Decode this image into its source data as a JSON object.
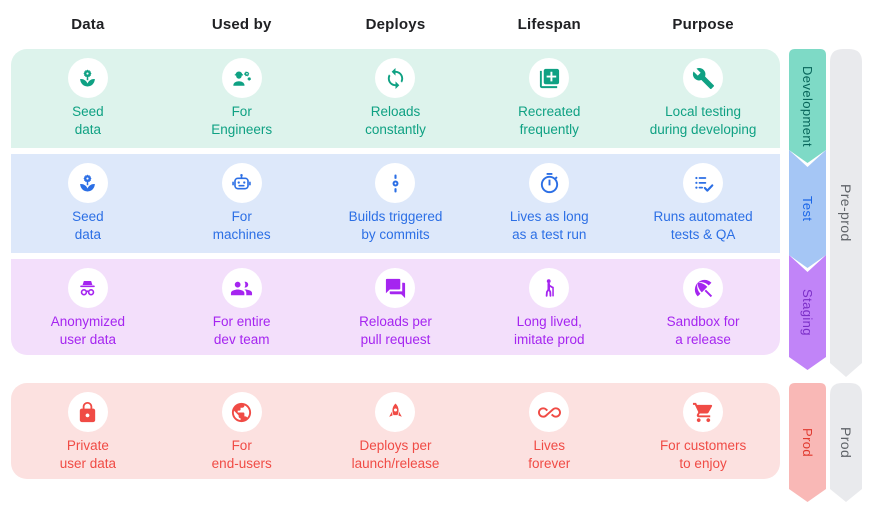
{
  "columns": [
    "Data",
    "Used by",
    "Deploys",
    "Lifespan",
    "Purpose"
  ],
  "rows": [
    {
      "name": "Development",
      "tab_label": "Development",
      "colors": {
        "bg": "#DDF3EC",
        "accent": "#0FA183",
        "tab_bg": "#7EDAC6",
        "tab_text": "#07655A"
      },
      "cells": [
        {
          "icon": "seed-gear-icon",
          "label": "Seed\ndata"
        },
        {
          "icon": "engineer-icon",
          "label": "For\nEngineers"
        },
        {
          "icon": "sync-icon",
          "label": "Reloads\nconstantly"
        },
        {
          "icon": "library-add-icon",
          "label": "Recreated\nfrequently"
        },
        {
          "icon": "wrench-icon",
          "label": "Local testing\nduring developing"
        }
      ]
    },
    {
      "name": "Test",
      "tab_label": "Test",
      "colors": {
        "bg": "#DDE8FA",
        "accent": "#2C6FE5",
        "tab_bg": "#A5C6F5",
        "tab_text": "#1A66E8"
      },
      "cells": [
        {
          "icon": "seed-gear-icon",
          "label": "Seed\ndata"
        },
        {
          "icon": "robot-icon",
          "label": "For\nmachines"
        },
        {
          "icon": "commit-icon",
          "label": "Builds triggered\nby commits"
        },
        {
          "icon": "timer-icon",
          "label": "Lives as long\nas a test run"
        },
        {
          "icon": "checklist-icon",
          "label": "Runs automated\ntests & QA"
        }
      ]
    },
    {
      "name": "Staging",
      "tab_label": "Staging",
      "colors": {
        "bg": "#F3DFFB",
        "accent": "#A525F0",
        "tab_bg": "#C184F8",
        "tab_text": "#7C2FC8"
      },
      "cells": [
        {
          "icon": "incognito-icon",
          "label": "Anonymized\nuser data"
        },
        {
          "icon": "group-icon",
          "label": "For entire\ndev team"
        },
        {
          "icon": "forum-icon",
          "label": "Reloads per\npull request"
        },
        {
          "icon": "elderly-icon",
          "label": "Long lived,\nimitate prod"
        },
        {
          "icon": "beach-umbrella-icon",
          "label": "Sandbox for\na release"
        }
      ]
    },
    {
      "name": "Prod",
      "tab_label": "Prod",
      "colors": {
        "bg": "#FCE1E0",
        "accent": "#F04B45",
        "tab_bg": "#F9B8B6",
        "tab_text": "#E0382E"
      },
      "cells": [
        {
          "icon": "lock-icon",
          "label": "Private\nuser data"
        },
        {
          "icon": "globe-icon",
          "label": "For\nend-users"
        },
        {
          "icon": "rocket-icon",
          "label": "Deploys per\nlaunch/release"
        },
        {
          "icon": "infinity-icon",
          "label": "Lives\nforever"
        },
        {
          "icon": "cart-icon",
          "label": "For customers\nto enjoy"
        }
      ]
    }
  ],
  "stage_groups": [
    {
      "label": "Pre-prod",
      "bg": "#E9EAED",
      "text": "#5F6368"
    },
    {
      "label": "Prod",
      "bg": "#E9EAED",
      "text": "#5F6368"
    }
  ],
  "header_color": "#202124"
}
